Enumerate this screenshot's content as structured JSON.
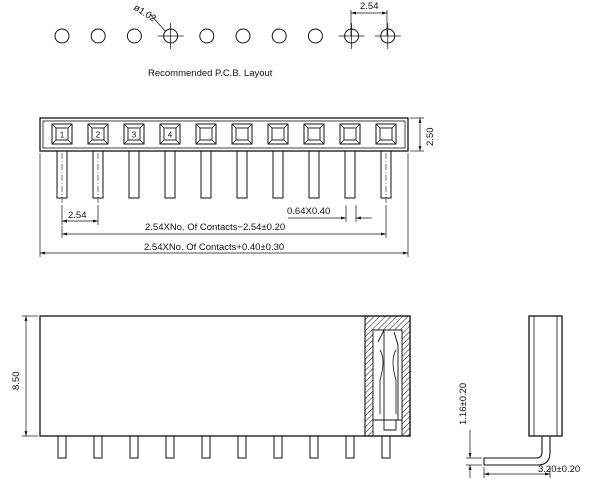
{
  "pcb": {
    "caption": "Recommended P.C.B. Layout",
    "hole_diameter": "ø1.02",
    "pitch": "2.54",
    "hole_count": 10
  },
  "front": {
    "height": "2.50",
    "pin_numbers": [
      "1",
      "2",
      "3",
      "4"
    ],
    "pitch": "2.54",
    "pin_size": "0.64X0.40",
    "span_contacts": "2.54XNo. Of Contacts−2.54±0.20",
    "span_total": "2.54XNo. Of Contacts+0.40±0.30"
  },
  "side": {
    "height": "8.50"
  },
  "end": {
    "pin_height": "1.16±0.20",
    "pin_length": "3.20±0.20"
  }
}
